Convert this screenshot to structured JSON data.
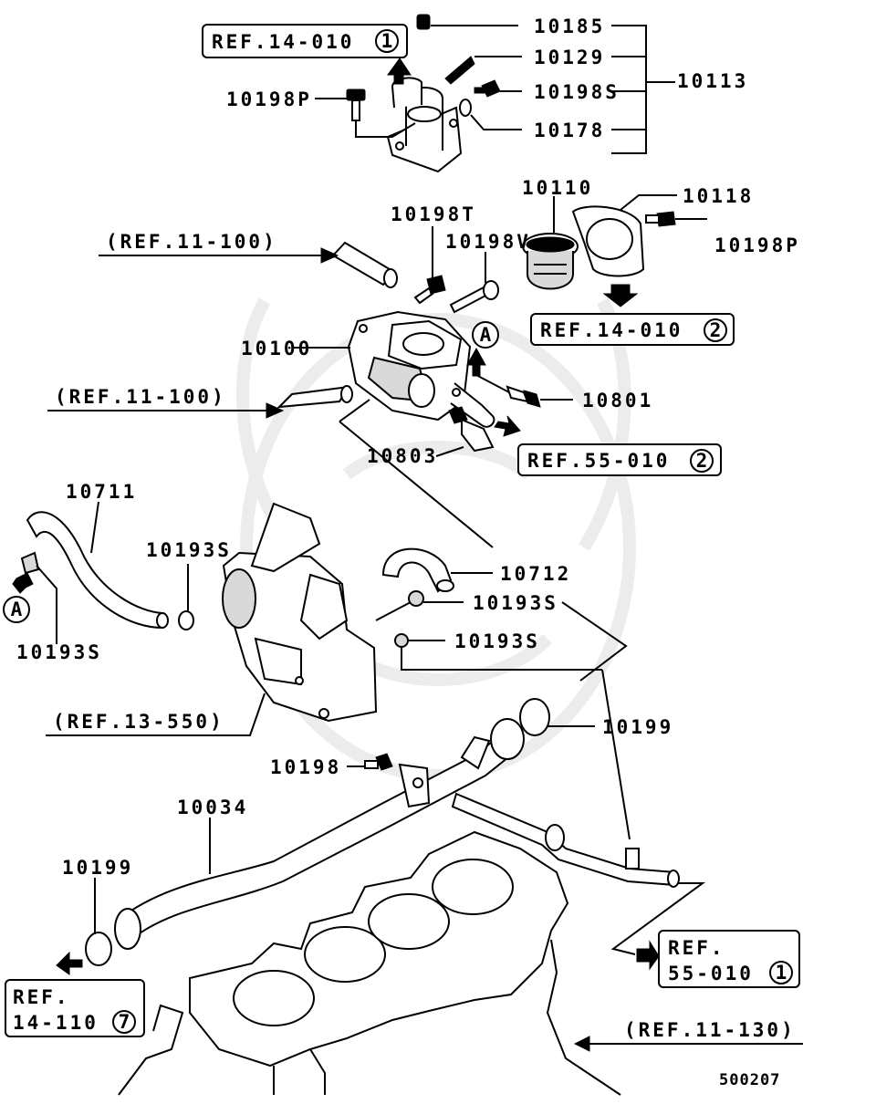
{
  "part_numbers": {
    "p10185": "10185",
    "p10129": "10129",
    "p10198s_a": "10198S",
    "p10178": "10178",
    "p10113": "10113",
    "p10198p_a": "10198P",
    "p10110": "10110",
    "p10118": "10118",
    "p10198p_b": "10198P",
    "p10198t": "10198T",
    "p10198v": "10198V",
    "p10100": "10100",
    "p10801": "10801",
    "p10803": "10803",
    "p10711": "10711",
    "p10193s_a": "10193S",
    "p10193s_b": "10193S",
    "p10712": "10712",
    "p10193s_c": "10193S",
    "p10193s_d": "10193S",
    "p10199_a": "10199",
    "p10198": "10198",
    "p10034": "10034",
    "p10199_b": "10199"
  },
  "references": {
    "ref_14_010_1": {
      "text": "REF.14-010",
      "circle": "1"
    },
    "ref_14_010_2": {
      "text": "REF.14-010",
      "circle": "2"
    },
    "ref_55_010_2": {
      "text": "REF.55-010",
      "circle": "2"
    },
    "ref_55_010_1": {
      "line1": "REF.",
      "line2": "55-010",
      "circle": "1"
    },
    "ref_14_110_7": {
      "line1": "REF.",
      "line2": "14-110",
      "circle": "7"
    },
    "ref_11_100_a": "(REF.11-100)",
    "ref_11_100_b": "(REF.11-100)",
    "ref_13_550": "(REF.13-550)",
    "ref_11_130": "(REF.11-130)"
  },
  "markers": {
    "connector_a_top": "A",
    "connector_a_left": "A"
  },
  "diagram_code": "500207"
}
